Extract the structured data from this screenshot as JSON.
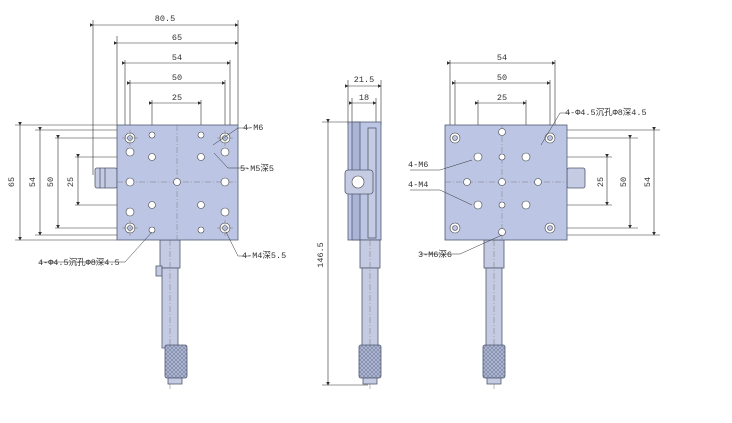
{
  "colors": {
    "body": "#bcc6e4",
    "body_dark": "#a9b4d6",
    "shaft": "#c4cbe2",
    "knob": "#aab3cf",
    "line": "#303030"
  },
  "front_view": {
    "dim_80_5": "80.5",
    "dim_65_w": "65",
    "dim_54_w": "54",
    "dim_50_w": "50",
    "dim_25_w": "25",
    "dim_65_h": "65",
    "dim_54_h": "54",
    "dim_50_h": "50",
    "dim_25_h": "25",
    "note_m6": "4-M6",
    "note_m5": "5-M5深5",
    "note_m4": "4-M4深5.5",
    "note_cbore": "4-Φ4.5沉孔Φ8深4.5"
  },
  "side_view": {
    "dim_21_5": "21.5",
    "dim_18": "18",
    "dim_146_5": "146.5"
  },
  "back_view": {
    "dim_54_w": "54",
    "dim_50_w": "50",
    "dim_25_w": "25",
    "dim_25_h": "25",
    "dim_50_h": "50",
    "dim_54_h": "54",
    "note_cbore": "4-Φ4.5沉孔Φ8深4.5",
    "note_m6": "4-M6",
    "note_m4": "4-M4",
    "note_m6_3": "3-M6深6"
  }
}
